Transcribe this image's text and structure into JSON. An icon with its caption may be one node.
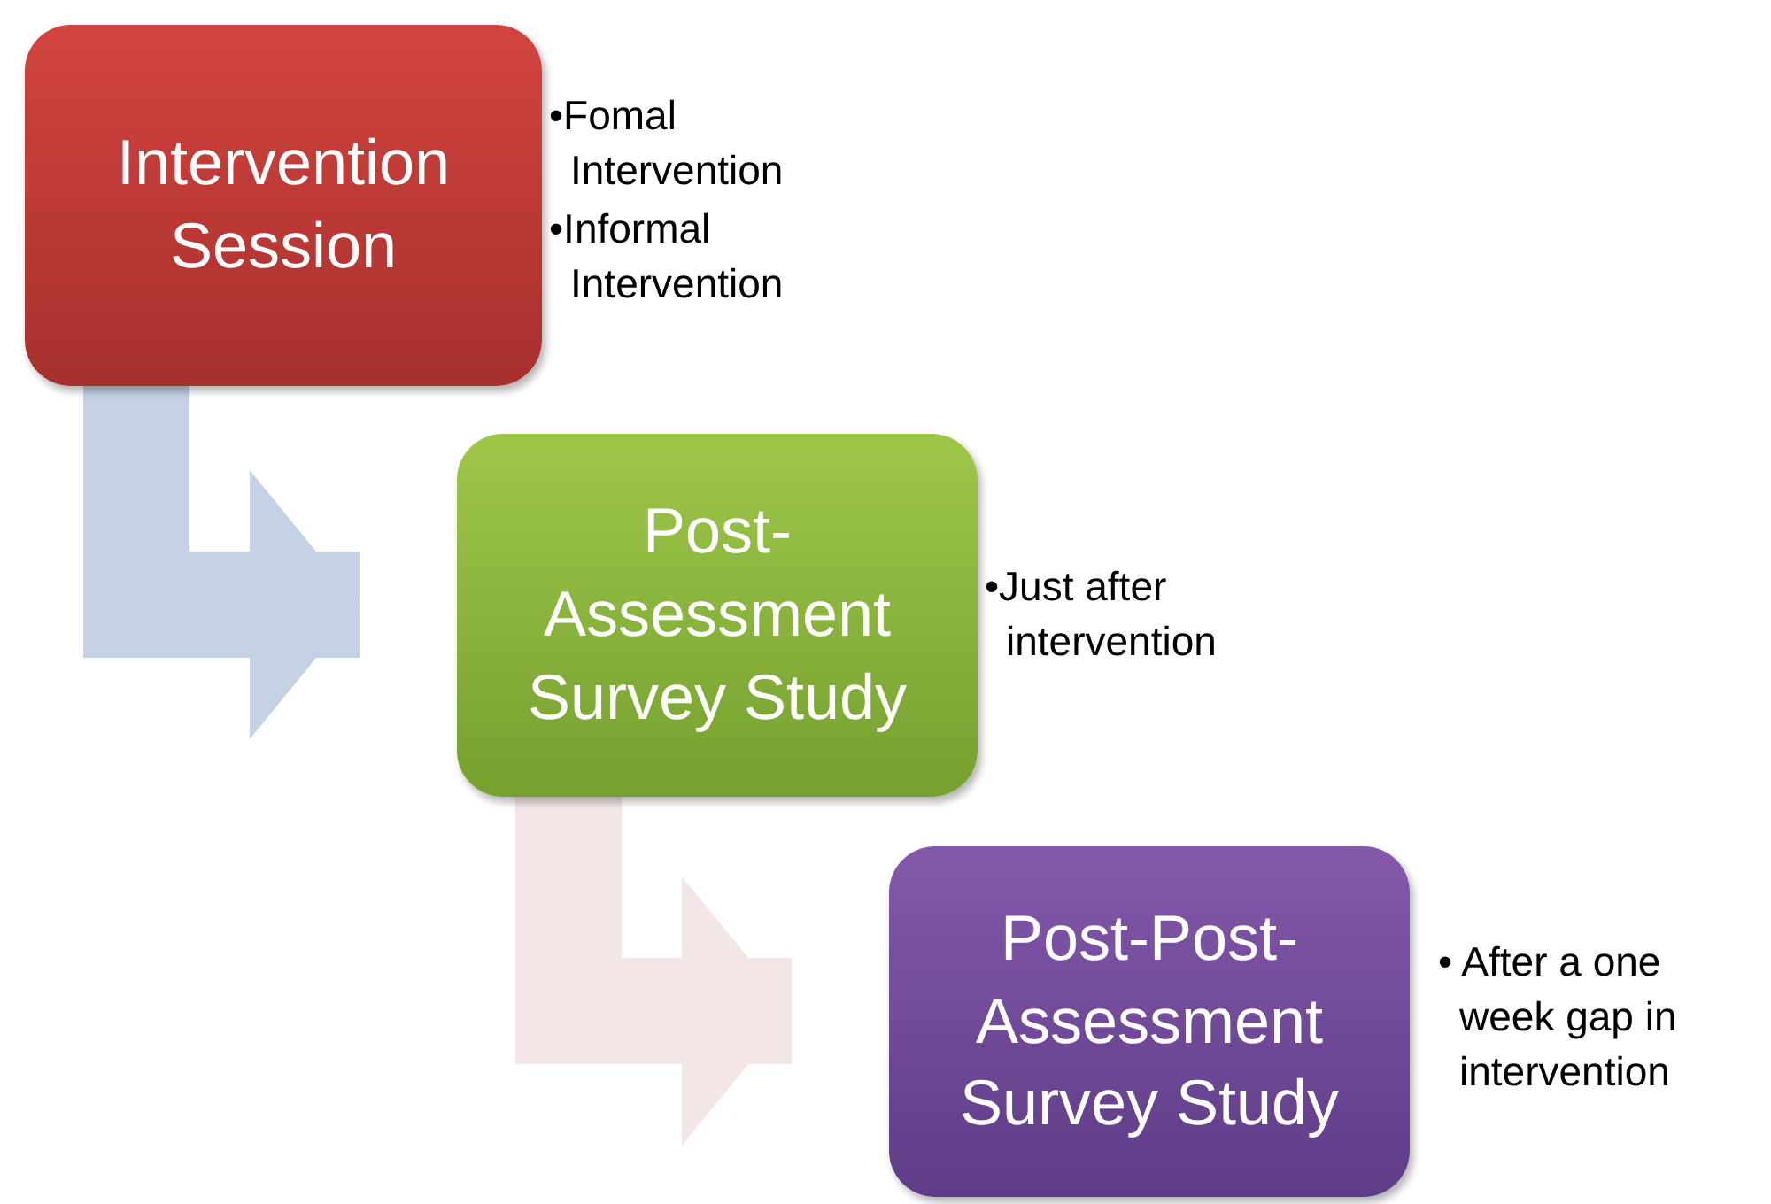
{
  "diagram": {
    "nodes": [
      {
        "text": [
          "Intervention Session"
        ],
        "beside": [
          "•Fomal Intervention",
          "•Informal Intervention"
        ]
      },
      {
        "text": [
          "Post-Assessment Survey Study"
        ],
        "beside": [
          "•Just after intervention"
        ]
      },
      {
        "text": [
          "Post-Post-Assessment Survey Study"
        ],
        "beside": [
          "• After a one week gap in intervention"
        ]
      }
    ],
    "edges": [
      {
        "from": 0,
        "to": 1,
        "arrow": "to",
        "color": "#c5d1e4"
      },
      {
        "from": 1,
        "to": 2,
        "arrow": "to",
        "color": "#f2e6e6"
      }
    ]
  }
}
